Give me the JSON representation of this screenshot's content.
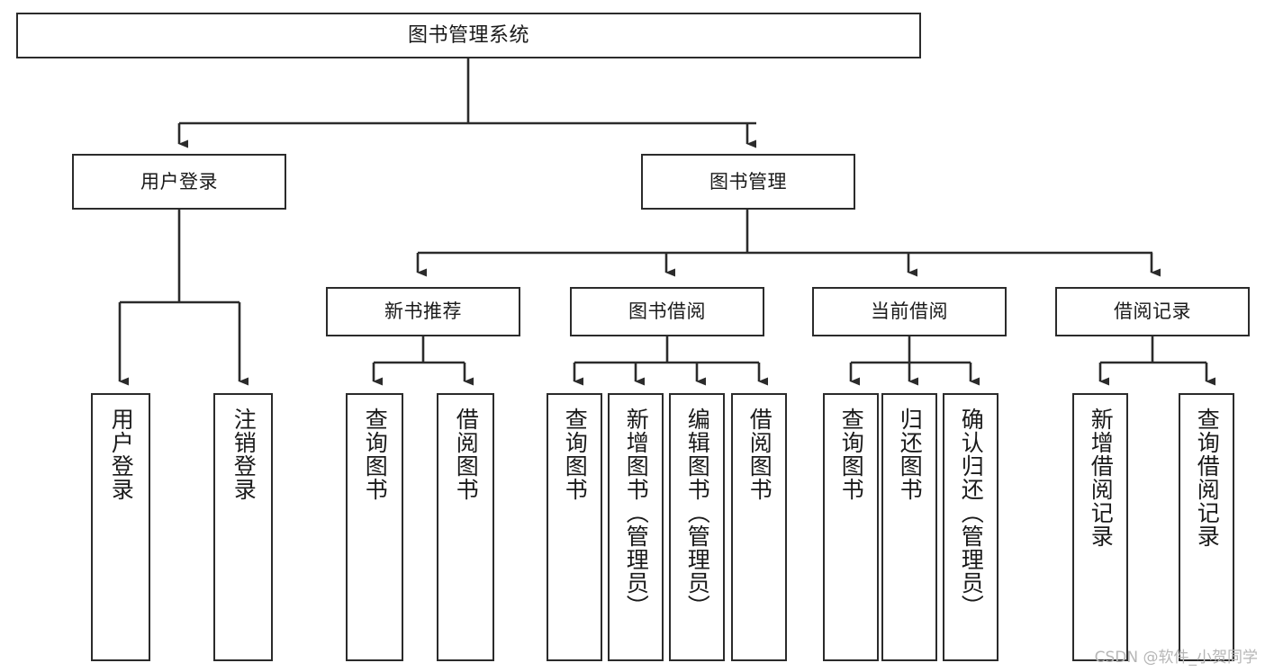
{
  "diagram": {
    "title": "图书管理系统",
    "type": "tree-hierarchy-diagram",
    "colors": {
      "box_border": "#2b2b2b",
      "box_fill": "#ffffff",
      "edge": "#2b2b2b",
      "text": "#1a1a1a",
      "watermark": "#b6b6b6"
    },
    "root": {
      "label": "图书管理系统"
    },
    "level2": [
      {
        "label": "用户登录"
      },
      {
        "label": "图书管理"
      }
    ],
    "level3": [
      {
        "label": "新书推荐"
      },
      {
        "label": "图书借阅"
      },
      {
        "label": "当前借阅"
      },
      {
        "label": "借阅记录"
      }
    ],
    "leaves_user_login": [
      {
        "label": "用户登录"
      },
      {
        "label": "注销登录"
      }
    ],
    "leaves_new_book": [
      {
        "label": "查询图书"
      },
      {
        "label": "借阅图书"
      }
    ],
    "leaves_borrow": [
      {
        "label": "查询图书"
      },
      {
        "label": "新增图书（管理员）"
      },
      {
        "label": "编辑图书（管理员）"
      },
      {
        "label": "借阅图书"
      }
    ],
    "leaves_current": [
      {
        "label": "查询图书"
      },
      {
        "label": "归还图书"
      },
      {
        "label": "确认归还（管理员）"
      }
    ],
    "leaves_records": [
      {
        "label": "新增借阅记录"
      },
      {
        "label": "查询借阅记录"
      }
    ]
  },
  "watermark": "CSDN @软件_小贺同学"
}
